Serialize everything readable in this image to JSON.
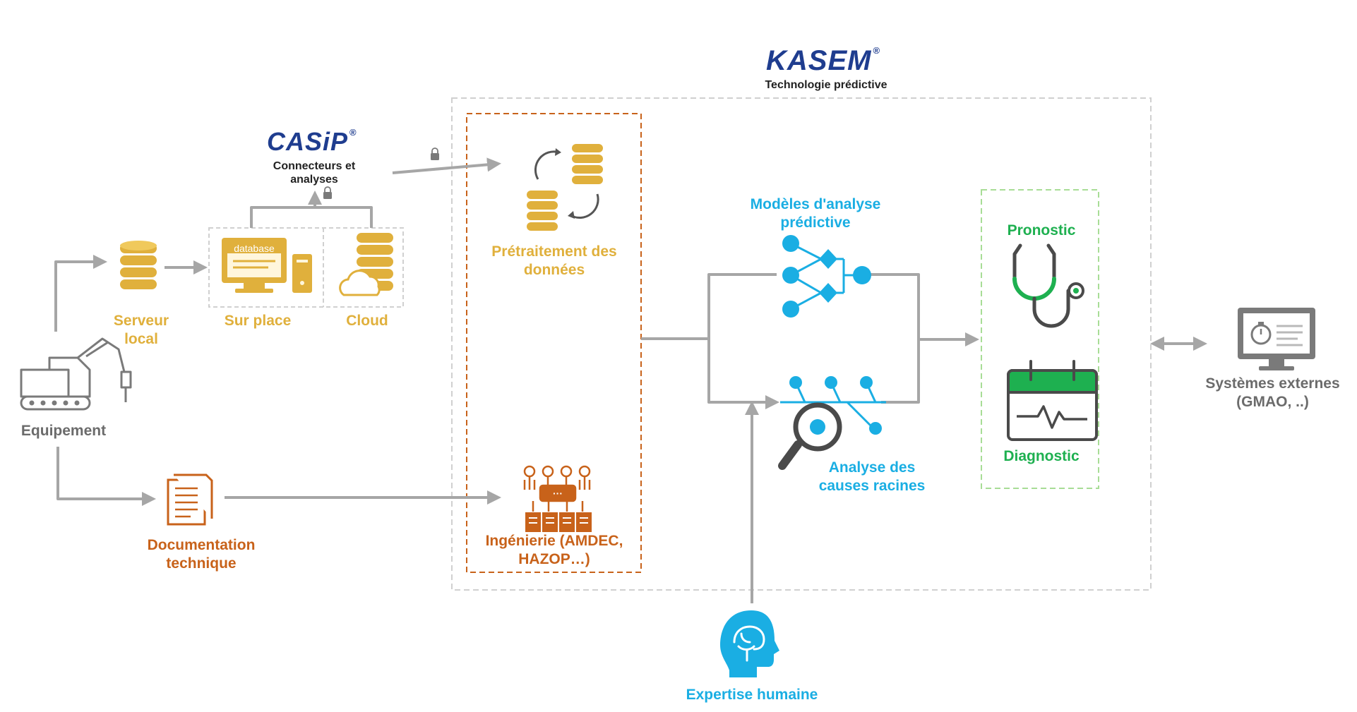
{
  "logos": {
    "kasem": {
      "name": "KASEM",
      "registered": "®",
      "subtitle": "Technologie prédictive"
    },
    "casip": {
      "name": "CASiP",
      "registered": "®",
      "subtitle": "Connecteurs et\nanalyses"
    }
  },
  "nodes": {
    "equipement": "Equipement",
    "serveur_local": "Serveur\nlocal",
    "sur_place": "Sur place",
    "cloud": "Cloud",
    "database_badge": "database",
    "pretraitement": "Prétraitement des\ndonnées",
    "ingenierie": "Ingénierie (AMDEC,\nHAZOP…)",
    "documentation": "Documentation\ntechnique",
    "modeles": "Modèles d'analyse\nprédictive",
    "analyse_causes": "Analyse des\ncauses racines",
    "pronostic": "Pronostic",
    "diagnostic": "Diagnostic",
    "systemes_externes": "Systèmes externes\n(GMAO, ..)",
    "expertise_humaine": "Expertise humaine"
  },
  "colors": {
    "gold": "#e0b03c",
    "orange": "#c8621a",
    "blue": "#1aaee3",
    "green": "#1eb050",
    "grey_line": "#a6a6a6",
    "dark_icon": "#555555",
    "logo_blue": "#1f3d8f"
  },
  "icons": [
    "excavator-icon",
    "database-icon",
    "desktop-computer-icon",
    "cloud-database-icon",
    "lock-icon",
    "refresh-database-icon",
    "document-icon",
    "engineering-network-icon",
    "neural-network-icon",
    "root-cause-magnifier-icon",
    "stethoscope-icon",
    "calendar-heartbeat-icon",
    "monitor-stopwatch-icon",
    "human-brain-icon"
  ]
}
